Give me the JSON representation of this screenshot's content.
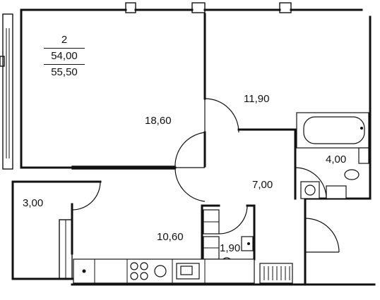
{
  "apartment": {
    "rooms_count": "2",
    "total_area": "54,00",
    "full_area": "55,50"
  },
  "rooms": [
    {
      "id": "living",
      "area": "18,60"
    },
    {
      "id": "bedroom",
      "area": "11,90"
    },
    {
      "id": "bathroom",
      "area": "4,00"
    },
    {
      "id": "hall",
      "area": "7,00"
    },
    {
      "id": "balcony",
      "area": "3,00"
    },
    {
      "id": "kitchen",
      "area": "10,60"
    },
    {
      "id": "wc",
      "area": "1,90"
    }
  ]
}
